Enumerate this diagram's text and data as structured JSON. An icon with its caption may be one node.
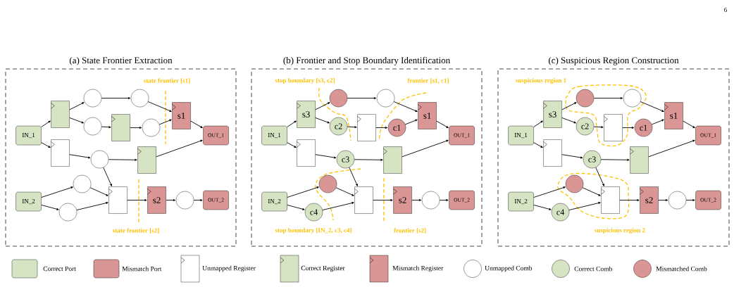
{
  "diagram": {
    "nodes": [
      {
        "text": [
          "(a) State Frontier Extraction"
        ]
      },
      {
        "text": [
          "IN_1"
        ],
        "in": 0
      },
      {
        "text": [],
        "shape": "box",
        "in": 0
      },
      {
        "text": [],
        "shape": "circle",
        "in": 0
      },
      {
        "text": [],
        "shape": "circle",
        "in": 0
      },
      {
        "text": [],
        "shape": "circle",
        "in": 0
      },
      {
        "text": [],
        "shape": "box",
        "in": 0
      },
      {
        "text": [],
        "shape": "circle",
        "in": 0
      },
      {
        "text": [
          "s1"
        ],
        "in": 0
      },
      {
        "text": [
          "OUT_1"
        ],
        "in": 0
      },
      {
        "text": [],
        "shape": "box",
        "in": 0
      },
      {
        "text": [],
        "shape": "circle",
        "in": 0
      },
      {
        "text": [],
        "shape": "box",
        "in": 0
      },
      {
        "text": [
          "IN_2"
        ],
        "in": 0
      },
      {
        "text": [],
        "shape": "circle",
        "in": 0
      },
      {
        "text": [],
        "shape": "circle",
        "in": 0
      },
      {
        "text": [],
        "shape": "box",
        "in": 0
      },
      {
        "text": [
          "s2"
        ],
        "in": 0
      },
      {
        "text": [],
        "shape": "circle",
        "in": 0
      },
      {
        "text": [
          "OUT_2"
        ],
        "in": 0
      },
      {
        "text": [
          "(b) Frontier and Stop Boundary Identification"
        ]
      },
      {
        "text": [
          "IN_1"
        ],
        "in": 20
      },
      {
        "text": [
          "s3"
        ],
        "in": 20
      },
      {
        "text": [],
        "shape": "circle",
        "in": 20
      },
      {
        "text": [],
        "shape": "circle",
        "in": 20
      },
      {
        "text": [
          "c2"
        ],
        "in": 20
      },
      {
        "text": [],
        "shape": "box",
        "in": 20
      },
      {
        "text": [
          "c1"
        ],
        "in": 20
      },
      {
        "text": [
          "s1"
        ],
        "in": 20
      },
      {
        "text": [
          "OUT_1"
        ],
        "in": 20
      },
      {
        "text": [],
        "shape": "box",
        "in": 20
      },
      {
        "text": [
          "c3"
        ],
        "in": 20
      },
      {
        "text": [],
        "shape": "box",
        "in": 20
      },
      {
        "text": [
          "IN_2"
        ],
        "in": 20
      },
      {
        "text": [],
        "shape": "circle",
        "in": 20
      },
      {
        "text": [
          "c4"
        ],
        "in": 20
      },
      {
        "text": [],
        "shape": "box",
        "in": 20
      },
      {
        "text": [
          "s2"
        ],
        "in": 20
      },
      {
        "text": [],
        "shape": "circle",
        "in": 20
      },
      {
        "text": [
          "OUT_2"
        ],
        "in": 20
      },
      {
        "text": [
          "(c) Suspicious Region Construction"
        ]
      },
      {
        "text": [
          "IN_1"
        ],
        "in": 40
      },
      {
        "text": [
          "s3"
        ],
        "in": 40
      },
      {
        "text": [],
        "shape": "circle",
        "in": 40
      },
      {
        "text": [],
        "shape": "circle",
        "in": 40
      },
      {
        "text": [
          "c2"
        ],
        "in": 40
      },
      {
        "text": [],
        "shape": "box",
        "in": 40
      },
      {
        "text": [
          "c1"
        ],
        "in": 40
      },
      {
        "text": [
          "s1"
        ],
        "in": 40
      },
      {
        "text": [
          "OUT_1"
        ],
        "in": 40
      },
      {
        "text": [],
        "shape": "box",
        "in": 40
      },
      {
        "text": [
          "c3"
        ],
        "in": 40
      },
      {
        "text": [],
        "shape": "box",
        "in": 40
      },
      {
        "text": [
          "IN_2"
        ],
        "in": 40
      },
      {
        "text": [],
        "shape": "circle",
        "in": 40
      },
      {
        "text": [
          "c4"
        ],
        "in": 40
      },
      {
        "text": [],
        "shape": "box",
        "in": 40
      },
      {
        "text": [
          "s2"
        ],
        "in": 40
      },
      {
        "text": [],
        "shape": "circle",
        "in": 40
      },
      {
        "text": [
          "OUT_2"
        ],
        "in": 40
      }
    ],
    "edges": [
      {
        "from": 1,
        "to": 2,
        "arrow": "to"
      },
      {
        "from": 1,
        "to": 10,
        "arrow": "to"
      },
      {
        "from": 2,
        "to": 3,
        "arrow": "to"
      },
      {
        "from": 2,
        "to": 5,
        "arrow": "to"
      },
      {
        "from": 3,
        "to": 4,
        "arrow": "to"
      },
      {
        "from": 4,
        "to": 8,
        "arrow": "to"
      },
      {
        "from": 5,
        "to": 6,
        "arrow": "to"
      },
      {
        "from": 6,
        "to": 7,
        "arrow": "to"
      },
      {
        "from": 7,
        "to": 8,
        "arrow": "to"
      },
      {
        "from": 8,
        "to": 9,
        "arrow": "to"
      },
      {
        "from": 10,
        "to": 11,
        "arrow": "to"
      },
      {
        "from": 11,
        "to": 12,
        "arrow": "to"
      },
      {
        "from": 12,
        "to": 9,
        "arrow": "to"
      },
      {
        "from": 11,
        "to": 16,
        "arrow": "to"
      },
      {
        "from": 13,
        "to": 14,
        "arrow": "to"
      },
      {
        "from": 13,
        "to": 15,
        "arrow": "to"
      },
      {
        "from": 14,
        "to": 16,
        "arrow": "to"
      },
      {
        "from": 15,
        "to": 16,
        "arrow": "to"
      },
      {
        "from": 16,
        "to": 17,
        "arrow": "to"
      },
      {
        "from": 17,
        "to": 18,
        "arrow": "to"
      },
      {
        "from": 18,
        "to": 19,
        "arrow": "to"
      },
      {
        "from": 21,
        "to": 22,
        "arrow": "to"
      },
      {
        "from": 21,
        "to": 30,
        "arrow": "to"
      },
      {
        "from": 22,
        "to": 23,
        "arrow": "to"
      },
      {
        "from": 22,
        "to": 25,
        "arrow": "to"
      },
      {
        "from": 23,
        "to": 24,
        "arrow": "to"
      },
      {
        "from": 24,
        "to": 28,
        "arrow": "to"
      },
      {
        "from": 25,
        "to": 26,
        "arrow": "to"
      },
      {
        "from": 26,
        "to": 27,
        "arrow": "to"
      },
      {
        "from": 27,
        "to": 28,
        "arrow": "to"
      },
      {
        "from": 28,
        "to": 29,
        "arrow": "to"
      },
      {
        "from": 30,
        "to": 31,
        "arrow": "to"
      },
      {
        "from": 31,
        "to": 32,
        "arrow": "to"
      },
      {
        "from": 32,
        "to": 29,
        "arrow": "to"
      },
      {
        "from": 31,
        "to": 36,
        "arrow": "to"
      },
      {
        "from": 33,
        "to": 34,
        "arrow": "to"
      },
      {
        "from": 33,
        "to": 35,
        "arrow": "to"
      },
      {
        "from": 34,
        "to": 36,
        "arrow": "to"
      },
      {
        "from": 35,
        "to": 36,
        "arrow": "to"
      },
      {
        "from": 36,
        "to": 37,
        "arrow": "to"
      },
      {
        "from": 37,
        "to": 38,
        "arrow": "to"
      },
      {
        "from": 38,
        "to": 39,
        "arrow": "to"
      },
      {
        "from": 41,
        "to": 42,
        "arrow": "to"
      },
      {
        "from": 41,
        "to": 50,
        "arrow": "to"
      },
      {
        "from": 42,
        "to": 43,
        "arrow": "to"
      },
      {
        "from": 42,
        "to": 45,
        "arrow": "to"
      },
      {
        "from": 43,
        "to": 44,
        "arrow": "to"
      },
      {
        "from": 44,
        "to": 48,
        "arrow": "to"
      },
      {
        "from": 45,
        "to": 46,
        "arrow": "to"
      },
      {
        "from": 46,
        "to": 47,
        "arrow": "to"
      },
      {
        "from": 47,
        "to": 48,
        "arrow": "to"
      },
      {
        "from": 48,
        "to": 49,
        "arrow": "to"
      },
      {
        "from": 50,
        "to": 51,
        "arrow": "to"
      },
      {
        "from": 51,
        "to": 52,
        "arrow": "to"
      },
      {
        "from": 52,
        "to": 49,
        "arrow": "to"
      },
      {
        "from": 51,
        "to": 56,
        "arrow": "to"
      },
      {
        "from": 53,
        "to": 54,
        "arrow": "to"
      },
      {
        "from": 53,
        "to": 55,
        "arrow": "to"
      },
      {
        "from": 54,
        "to": 56,
        "arrow": "to"
      },
      {
        "from": 55,
        "to": 56,
        "arrow": "to"
      },
      {
        "from": 56,
        "to": 57,
        "arrow": "to"
      },
      {
        "from": 57,
        "to": 58,
        "arrow": "to"
      },
      {
        "from": 58,
        "to": 59,
        "arrow": "to"
      }
    ],
    "labels": [
      "6",
      "state frontier [s1]",
      "state frontier [s2]",
      "stop boundary [s3, c2]",
      "frontier [s1, c1]",
      "stop boundary [IN_2, c3, c4]",
      "frontier [s2]",
      "suspicious region 1",
      "suspicious region 2"
    ],
    "legend": [
      {
        "text": "Correct Port",
        "color": "#d6e4c4"
      },
      {
        "text": "Mismatch Port",
        "color": "#d99694"
      },
      {
        "text": "Unmapped Register"
      },
      {
        "text": "Correct Register",
        "color": "#d6e4c4"
      },
      {
        "text": "Mismatch Register",
        "color": "#d99694"
      },
      {
        "text": "Unmapped Comb"
      },
      {
        "text": "Correct Comb",
        "color": "#d6e4c4"
      },
      {
        "text": "Mismatched Comb",
        "color": "#d99694"
      }
    ]
  }
}
